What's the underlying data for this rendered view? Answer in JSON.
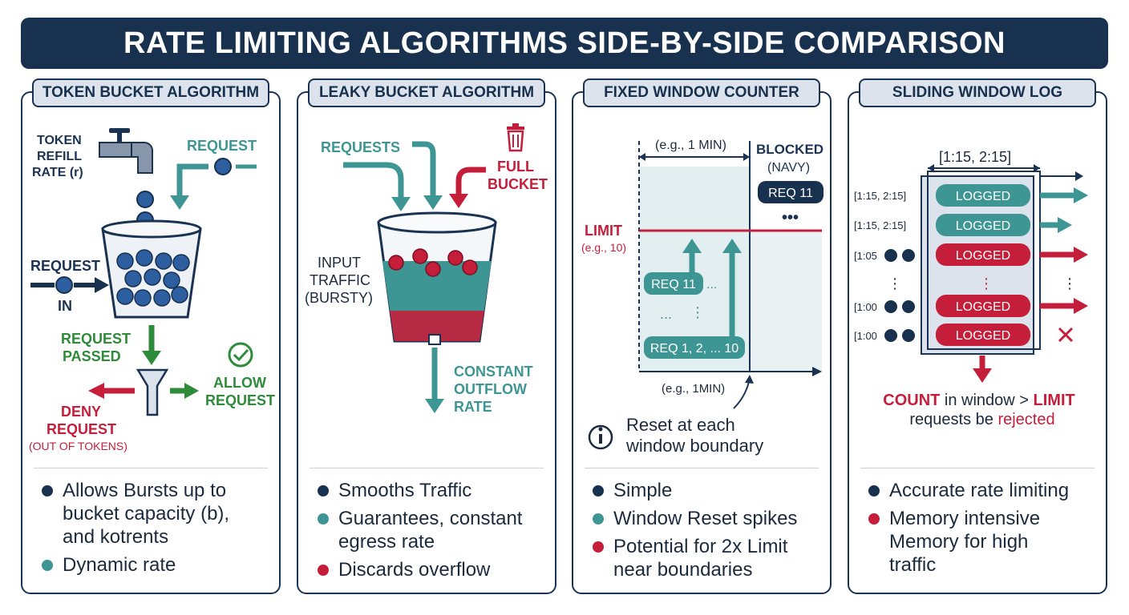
{
  "title": "RATE LIMITING ALGORITHMS SIDE-BY-SIDE COMPARISON",
  "colors": {
    "navy": "#17314f",
    "teal": "#3e9694",
    "red": "#c41e3a",
    "green": "#2e8b3a",
    "light": "#dce3ec"
  },
  "panels": [
    {
      "header": "TOKEN BUCKET ALGORITHM",
      "labels": {
        "token_refill_1": "TOKEN",
        "token_refill_2": "REFILL",
        "token_refill_3": "RATE (r)",
        "request_top": "REQUEST",
        "request_in_1": "REQUEST",
        "request_in_2": "IN",
        "request_passed_1": "REQUEST",
        "request_passed_2": "PASSED",
        "allow_1": "ALLOW",
        "allow_2": "REQUEST",
        "deny_1": "DENY",
        "deny_2": "REQUEST",
        "deny_3": "(OUT OF TOKENS)"
      },
      "icons": [
        "faucet-icon",
        "bucket-icon",
        "funnel-icon",
        "checkmark-icon"
      ],
      "bullets": [
        {
          "color": "navy",
          "lines": [
            "Allows Bursts up to",
            "bucket capacity (b),",
            "and kotrents"
          ]
        },
        {
          "color": "teal",
          "lines": [
            "Dynamic rate"
          ]
        }
      ]
    },
    {
      "header": "LEAKY BUCKET ALGORITHM",
      "labels": {
        "requests": "REQUESTS",
        "full_1": "FULL",
        "full_2": "BUCKET",
        "input_1": "INPUT",
        "input_2": "TRAFFIC",
        "input_3": "(BURSTY)",
        "outflow_1": "CONSTANT",
        "outflow_2": "OUTFLOW",
        "outflow_3": "RATE"
      },
      "icons": [
        "trash-icon",
        "bucket-icon"
      ],
      "bullets": [
        {
          "color": "navy",
          "lines": [
            "Smooths Traffic"
          ]
        },
        {
          "color": "teal",
          "lines": [
            "Guarantees, constant",
            "egress rate"
          ]
        },
        {
          "color": "red",
          "lines": [
            "Discards overflow"
          ]
        }
      ]
    },
    {
      "header": "FIXED WINDOW COUNTER",
      "labels": {
        "window": "(e.g., 1 MIN)",
        "blocked_1": "BLOCKED",
        "blocked_2": "(NAVY)",
        "req_blocked": "REQ 11",
        "limit_1": "LIMIT",
        "limit_2": "(e.g., 10)",
        "req11": "REQ 11",
        "req_range": "REQ 1, 2, ... 10",
        "axis": "(e.g., 1MIN)",
        "reset_1": "Reset at each",
        "reset_2": "window boundary"
      },
      "icons": [
        "info-icon"
      ],
      "bullets": [
        {
          "color": "navy",
          "lines": [
            "Simple"
          ]
        },
        {
          "color": "teal",
          "lines": [
            "Window Reset spikes"
          ]
        },
        {
          "color": "red",
          "lines": [
            "Potential for 2x Limit",
            "near boundaries"
          ]
        }
      ]
    },
    {
      "header": "SLIDING WINDOW LOG",
      "labels": {
        "window": "[1:15, 2:15]",
        "row1": "[1:15, 2:15]",
        "row2": "[1:15, 2:15]",
        "row3": "[1:05",
        "row4": "[1:00",
        "row5": "[1:00",
        "logged": "LOGGED",
        "count": "COUNT",
        "in_window": " in window > ",
        "limit": "LIMIT",
        "requests_be": "requests be ",
        "rejected": "rejected"
      },
      "icons": [
        "reject-x-icon"
      ],
      "bullets": [
        {
          "color": "navy",
          "lines": [
            "Accurate rate limiting"
          ]
        },
        {
          "color": "red",
          "lines": [
            "Memory intensive",
            "Memory for high",
            "traffic"
          ]
        }
      ]
    }
  ]
}
